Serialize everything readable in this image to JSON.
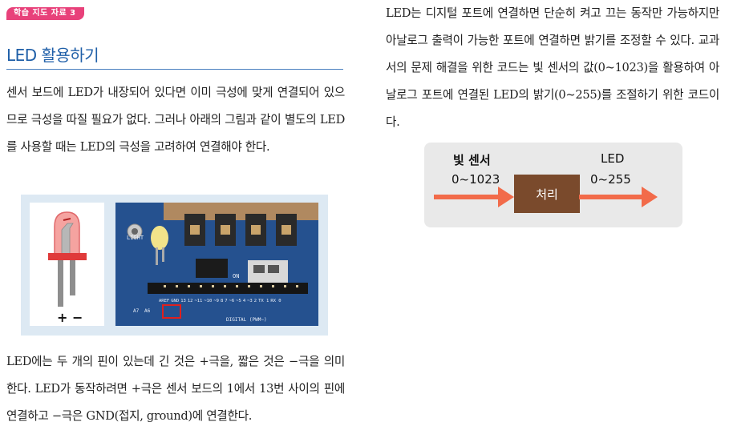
{
  "badge": "학습 지도 자료 3",
  "section_title": "LED 활용하기",
  "paragraph_1": "센서 보드에 LED가 내장되어 있다면 이미 극성에 맞게 연결되어 있으므로 극성을 따질 필요가 없다. 그러나 아래의 그림과 같이 별도의 LED를 사용할 때는 LED의 극성을 고려하여 연결해야 한다.",
  "figure": {
    "led_polarity": "+ −",
    "board_pin_labels": [
      "AREF",
      "GND",
      "13",
      "12",
      "~11",
      "~10",
      "~9",
      "8",
      "7",
      "~6",
      "~5",
      "4",
      "~3",
      "2",
      "TX 1",
      "RX 0"
    ],
    "board_digital_label": "DIGITAL (PWM~)",
    "board_light_label": "LIGHT",
    "board_on_label": "ON",
    "board_pin_a7": "A7",
    "board_pin_a6": "A6",
    "highlight_color": "#e0201e"
  },
  "paragraph_2": "LED에는 두 개의 핀이 있는데 긴 것은 +극을, 짧은 것은 −극을 의미한다. LED가 동작하려면 +극은 센서 보드의 1에서 13번 사이의 핀에 연결하고 −극은 GND(접지, ground)에 연결한다.",
  "paragraph_3": "LED는 디지털 포트에 연결하면 단순히 켜고 끄는 동작만 가능하지만 아날로그 출력이 가능한 포트에 연결하면 밝기를 조정할 수 있다. 교과서의 문제 해결을 위한 코드는 빛 센서의 값(0~1023)을 활용하여 아날로그 포트에 연결된 LED의 밝기(0~255)를 조절하기 위한 코드이다.",
  "diagram": {
    "input_label": "빛 센서",
    "input_range": "0~1023",
    "process_label": "처리",
    "output_label": "LED",
    "output_range": "0~255",
    "arrow_color": "#f26b4a",
    "process_color": "#7a4a2c"
  }
}
